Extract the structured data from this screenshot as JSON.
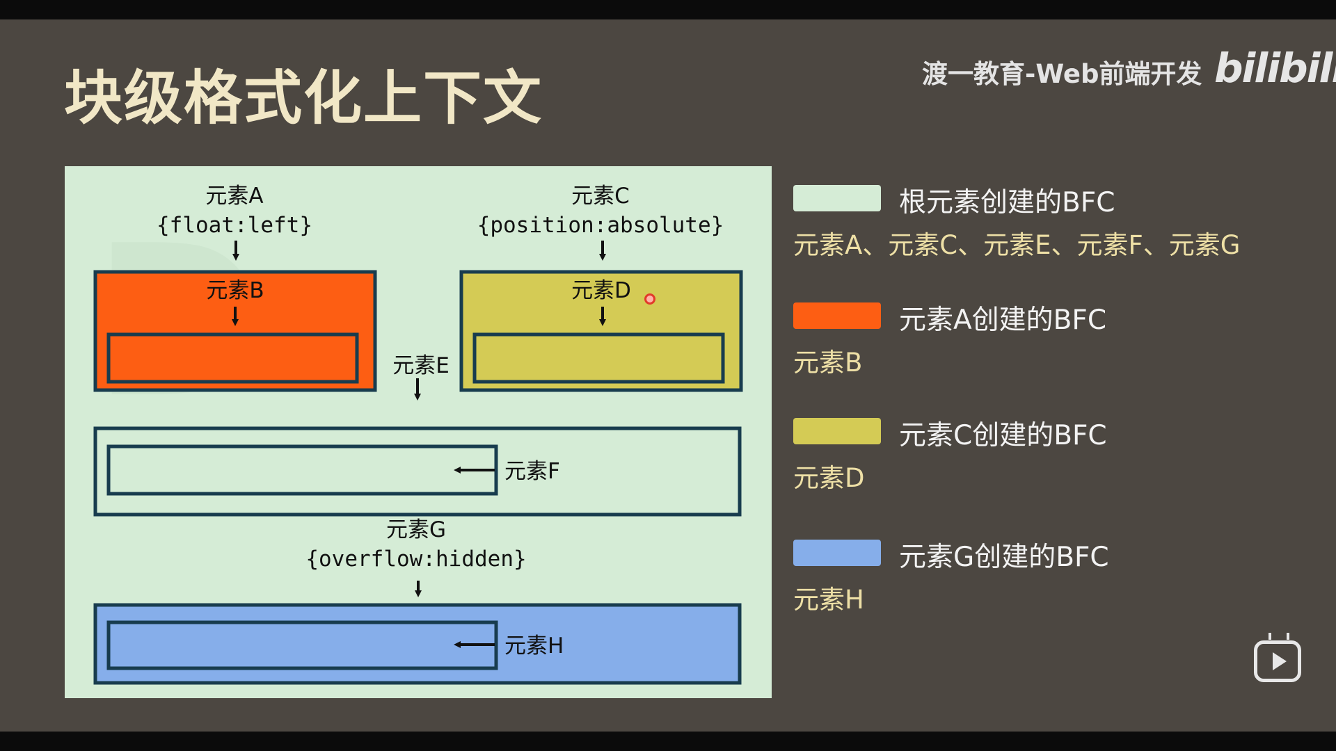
{
  "slide": {
    "title": "块级格式化上下文",
    "brand": "渡一教育-Web前端开发",
    "platform_logo": "bilibili"
  },
  "diagram": {
    "element_a_name": "元素A",
    "element_a_style": "{float:left}",
    "element_b_name": "元素B",
    "element_c_name": "元素C",
    "element_c_style": "{position:absolute}",
    "element_d_name": "元素D",
    "element_e_name": "元素E",
    "element_f_name": "元素F",
    "element_g_name": "元素G",
    "element_g_style": "{overflow:hidden}",
    "element_h_name": "元素H",
    "colors": {
      "root_bfc": "#d5ecd6",
      "a_bfc": "#fd5e13",
      "c_bfc": "#d4cb55",
      "g_bfc": "#86aeea",
      "border": "#183c4e"
    }
  },
  "legend": [
    {
      "swatch_color": "#d5ecd6",
      "label": "根元素创建的BFC",
      "members": "元素A、元素C、元素E、元素F、元素G"
    },
    {
      "swatch_color": "#fd5e13",
      "label": "元素A创建的BFC",
      "members": "元素B"
    },
    {
      "swatch_color": "#d4cb55",
      "label": "元素C创建的BFC",
      "members": "元素D"
    },
    {
      "swatch_color": "#86aeea",
      "label": "元素G创建的BFC",
      "members": "元素H"
    }
  ],
  "icons": {
    "cursor": "cursor-dot-icon",
    "player": "play-icon"
  }
}
